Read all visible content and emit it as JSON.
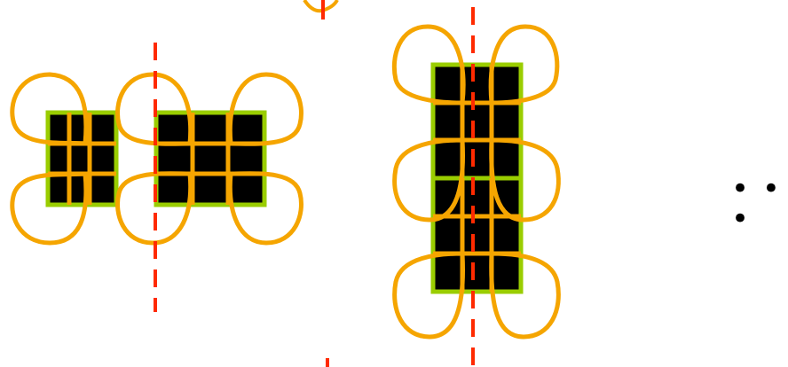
{
  "diagram": {
    "continuation_text": "• • •",
    "colors": {
      "background": "#ffffff",
      "tile_fill": "#000000",
      "tile_border": "#9acd00",
      "grid_lines": "#f5a500",
      "loops": "#f5a500",
      "symmetry_axis": "#ff2a00"
    },
    "groups": [
      {
        "id": "pair-horizontal",
        "description_tiles": 2,
        "grid_cells": "3x3"
      },
      {
        "id": "pair-vertical",
        "description_tiles": 2,
        "grid_cells": "3x3"
      }
    ]
  }
}
